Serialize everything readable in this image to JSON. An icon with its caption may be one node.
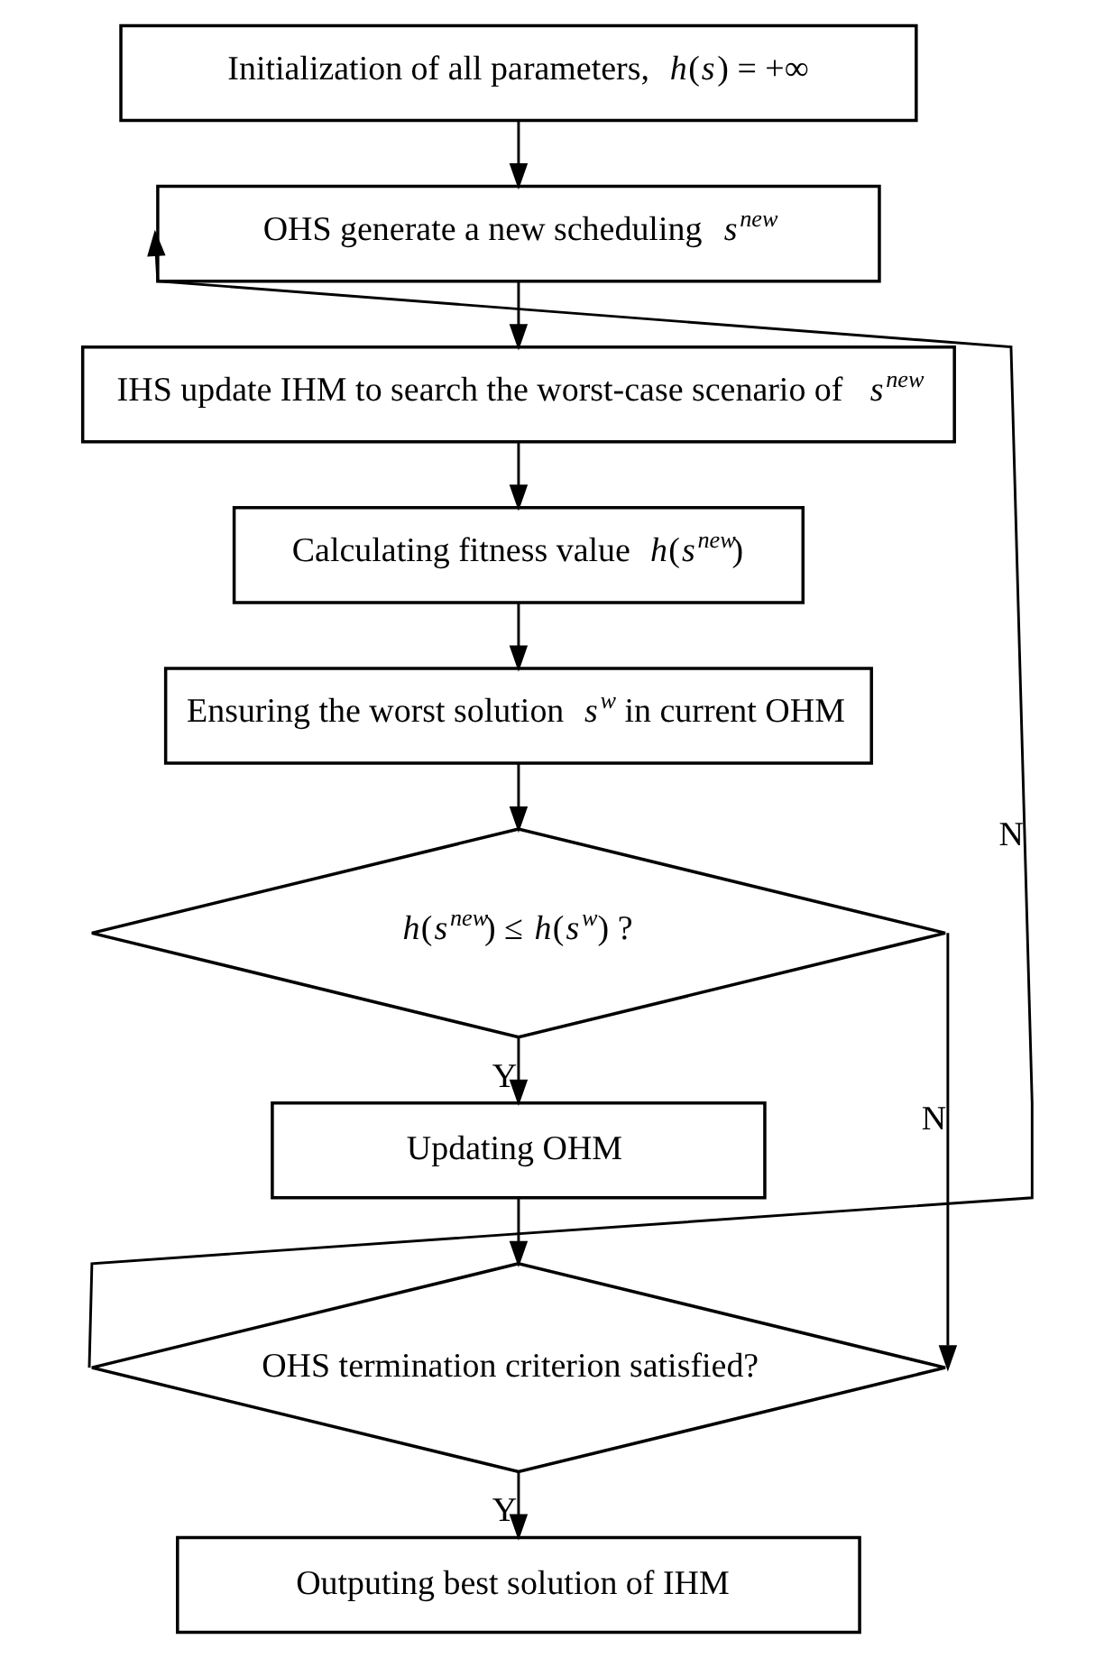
{
  "diagram": {
    "nodes": [
      {
        "text": [
          "Initialization of all parameters, *h*(*s*) = +∞"
        ]
      },
      {
        "text": [
          "OHS generate a new scheduling *s*$^{new}$"
        ]
      },
      {
        "text": [
          "IHS update IHM to search the worst-case scenario of *s*$^{new}$"
        ]
      },
      {
        "text": [
          "Calculating fitness value *h*(*s*$^{new}$)"
        ]
      },
      {
        "text": [
          "Ensuring the worst solution *s*$^{w}$ in current OHM"
        ]
      },
      {
        "text": [
          "*h*(*s*$^{new}$) ≤ *h*(*s*$^{w}$) ?"
        ]
      },
      {
        "text": [
          "Updating OHM"
        ]
      },
      {
        "text": [
          "OHS termination criterion satisfied?"
        ]
      },
      {
        "text": [
          "Outputing best solution of IHM"
        ]
      }
    ],
    "edges": [
      {
        "from": 0,
        "to": 1,
        "arrow": "to"
      },
      {
        "from": 1,
        "to": 2,
        "arrow": "to"
      },
      {
        "from": 2,
        "to": 3,
        "arrow": "to"
      },
      {
        "from": 3,
        "to": 4,
        "arrow": "to"
      },
      {
        "from": 4,
        "to": 5,
        "arrow": "to"
      },
      {
        "from": 5,
        "to": 6,
        "arrow": "to",
        "label": "Y"
      },
      {
        "from": 5,
        "to": 7,
        "arrow": "to",
        "label": "N"
      },
      {
        "from": 6,
        "to": 7,
        "arrow": "to"
      },
      {
        "from": 7,
        "to": 1,
        "arrow": "to",
        "label": "N"
      },
      {
        "from": 7,
        "to": 8,
        "arrow": "to",
        "label": "Y"
      }
    ]
  }
}
